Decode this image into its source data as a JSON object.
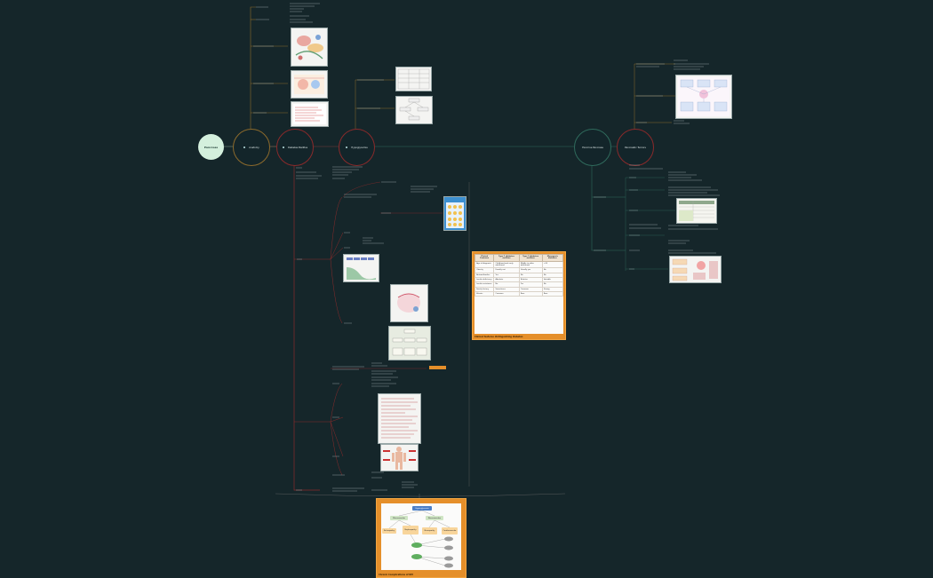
{
  "map": {
    "root": "Pancreas",
    "hubs": {
      "anatomy": "Anatomy",
      "diabetes": "Diabetes Mellitus",
      "hypoglycemia": "Hypoglycemia",
      "exocrine": "Exocrine Pancreas",
      "pancreatitis": "Pancreatic Tumors"
    }
  },
  "comparison_table": {
    "headers": [
      "Clinical Features",
      "Type 1 diabetes mellitus",
      "Type 2 diabetes mellitus",
      "Monogenic diabetes"
    ],
    "rows": [
      [
        "Age of diagnosis",
        "Childhood and early adulthood",
        "Middle to older adulthood",
        "<25"
      ],
      [
        "Obesity",
        "Usually not",
        "Usually yes",
        "No"
      ],
      [
        "Autoantibodies",
        "Yes",
        "No",
        "No"
      ],
      [
        "Insulin deficiency",
        "Absolute",
        "Relative",
        "Variable"
      ],
      [
        "Insulin resistance",
        "No",
        "Yes",
        "No"
      ],
      [
        "Family history",
        "Sometimes",
        "Common",
        "Strong"
      ],
      [
        "Ketosis",
        "Common",
        "Rare",
        "Rare"
      ]
    ],
    "caption": "Clinical features distinguishing diabetes"
  },
  "flow_card": {
    "top": "Hyperglycemia",
    "mid_left": "Microvascular",
    "mid_right": "Macrovascular",
    "left": "Retinopathy",
    "center": "Nephropathy",
    "right": "Neuropathy",
    "bottom": "Cardiovascular",
    "caption": "Chronic Complications of DM"
  }
}
